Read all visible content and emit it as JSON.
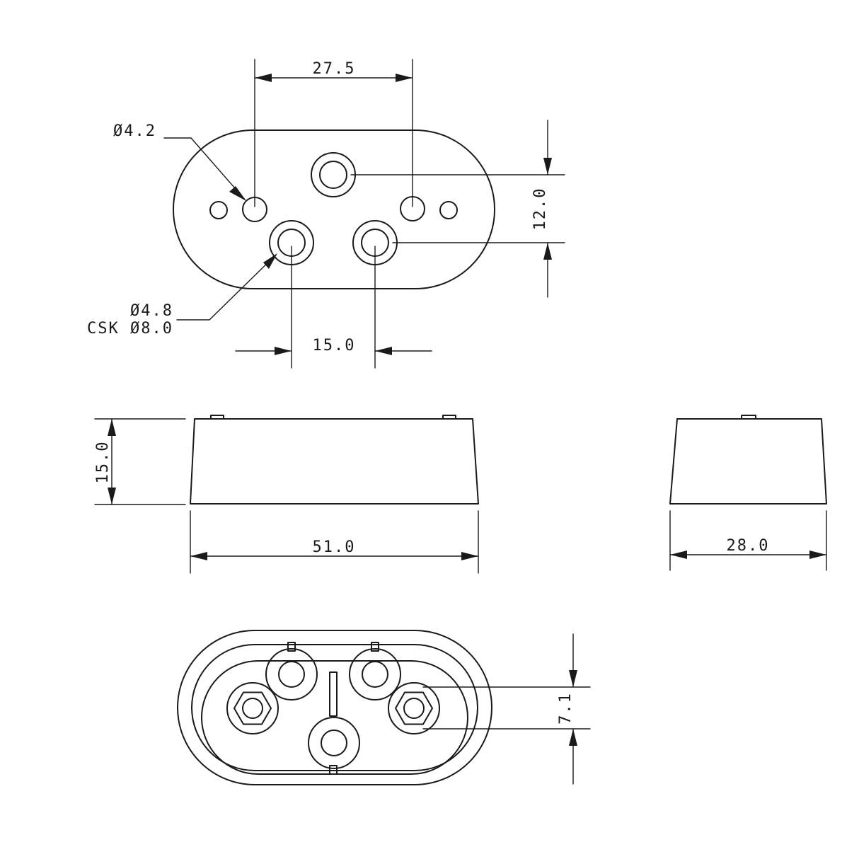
{
  "dimensions": {
    "hole_spacing": "27.5",
    "mount_hole_dia": "Ø4.2",
    "vertical_offset": "12.0",
    "csk_hole_dia": "Ø4.8",
    "csk_dia": "CSK Ø8.0",
    "pin_spacing": "15.0",
    "height": "15.0",
    "length": "51.0",
    "width": "28.0",
    "nut_offset": "7.1"
  },
  "colors": {
    "line": "#1a1a1a",
    "background": "#ffffff"
  }
}
